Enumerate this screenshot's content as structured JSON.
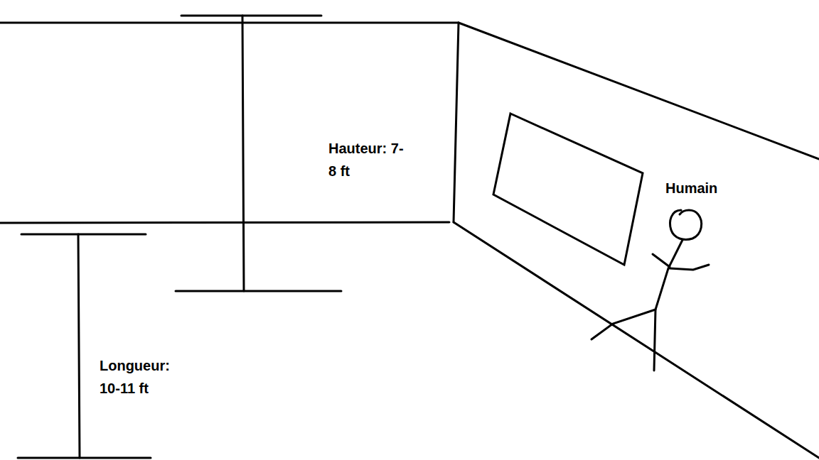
{
  "diagram": {
    "labels": [
      "Hauteur: 7-8 ft",
      "Longueur: 10-11 ft",
      "Humain"
    ]
  }
}
